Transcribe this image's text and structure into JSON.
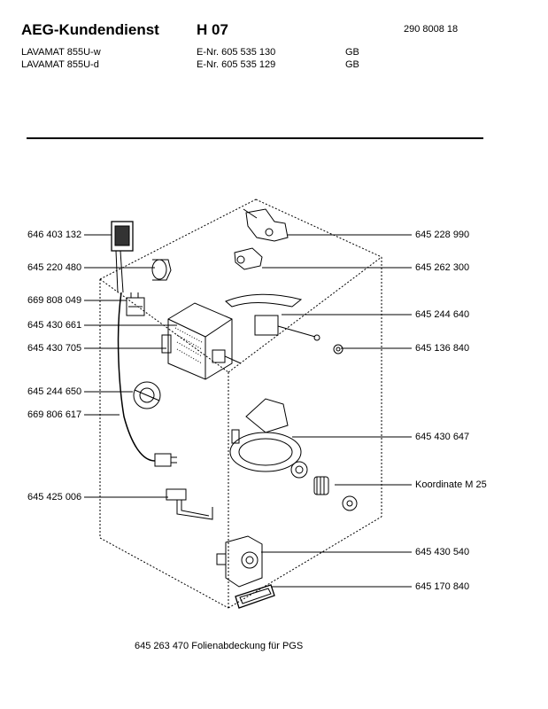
{
  "header": {
    "brand": "AEG-Kundendienst",
    "code": "H 07",
    "doc_number": "290 8008 18",
    "models": [
      {
        "name": "LAVAMAT 855U-w",
        "enr": "E-Nr. 605 535 130",
        "lang": "GB"
      },
      {
        "name": "LAVAMAT 855U-d",
        "enr": "E-Nr. 605 535 129",
        "lang": "GB"
      }
    ]
  },
  "parts": {
    "left": [
      "646 403 132",
      "645 220 480",
      "669 808 049",
      "645 430 661",
      "645 430 705",
      "645 244 650",
      "669 806 617",
      "645 425 006"
    ],
    "right": [
      "645 228 990",
      "645 262 300",
      "645 244 640",
      "645 136 840",
      "645 430 647",
      "Koordinate M 25",
      "645 430 540",
      "645 170 840"
    ]
  },
  "footer": {
    "note": "645 263 470 Folienabdeckung für PGS"
  }
}
